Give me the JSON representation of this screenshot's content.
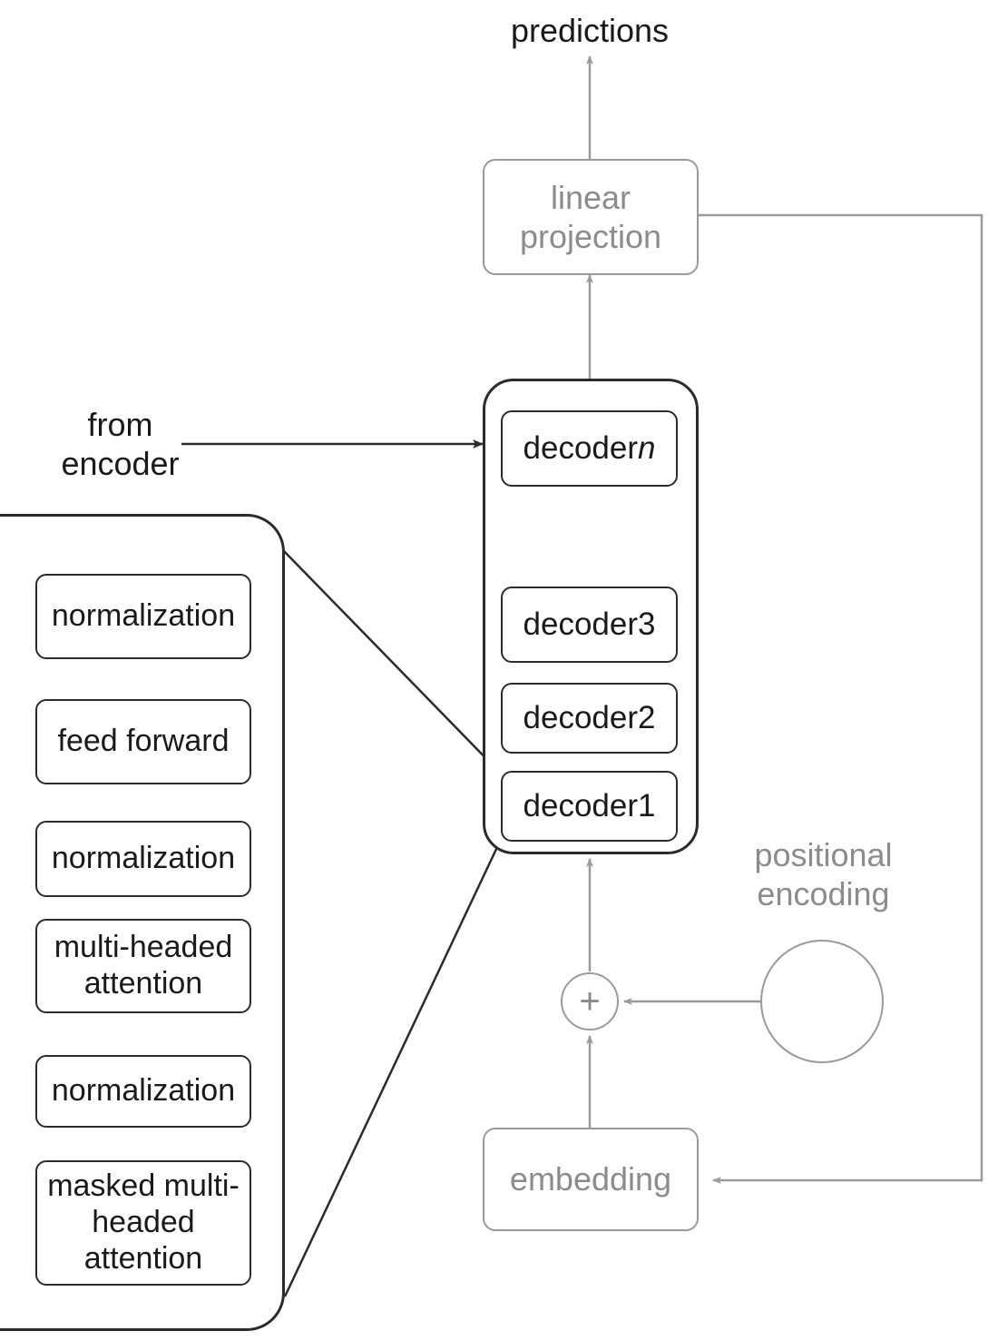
{
  "diagram": {
    "title": "transformer-decoder-architecture",
    "colors": {
      "black_stroke": "#2b2b2b",
      "black_text": "#1a1a1a",
      "gray_stroke": "#9a9a9a",
      "gray_text": "#8c8c8c",
      "background": "#ffffff"
    }
  },
  "labels": {
    "predictions": "predictions",
    "from_encoder": "from\nencoder",
    "from_encoder_line1": "from",
    "from_encoder_line2": "encoder",
    "positional_encoding_line1": "positional",
    "positional_encoding_line2": "encoding",
    "plus_symbol": "+"
  },
  "gray_blocks": {
    "linear_projection_line1": "linear",
    "linear_projection_line2": "projection",
    "embedding": "embedding"
  },
  "decoder_stack": {
    "boxes": [
      {
        "prefix": "decoder ",
        "suffix": "n",
        "italic_suffix": true
      },
      {
        "prefix": "decoder ",
        "suffix": "3",
        "italic_suffix": false
      },
      {
        "prefix": "decoder ",
        "suffix": "2",
        "italic_suffix": false
      },
      {
        "prefix": "decoder ",
        "suffix": "1",
        "italic_suffix": false
      }
    ]
  },
  "decoder_internals": {
    "blocks": [
      {
        "lines": [
          "normalization"
        ]
      },
      {
        "lines": [
          "feed forward"
        ]
      },
      {
        "lines": [
          "normalization"
        ]
      },
      {
        "lines": [
          "multi-headed",
          "attention"
        ]
      },
      {
        "lines": [
          "normalization"
        ]
      },
      {
        "lines": [
          "masked multi-",
          "headed",
          "attention"
        ]
      }
    ]
  }
}
